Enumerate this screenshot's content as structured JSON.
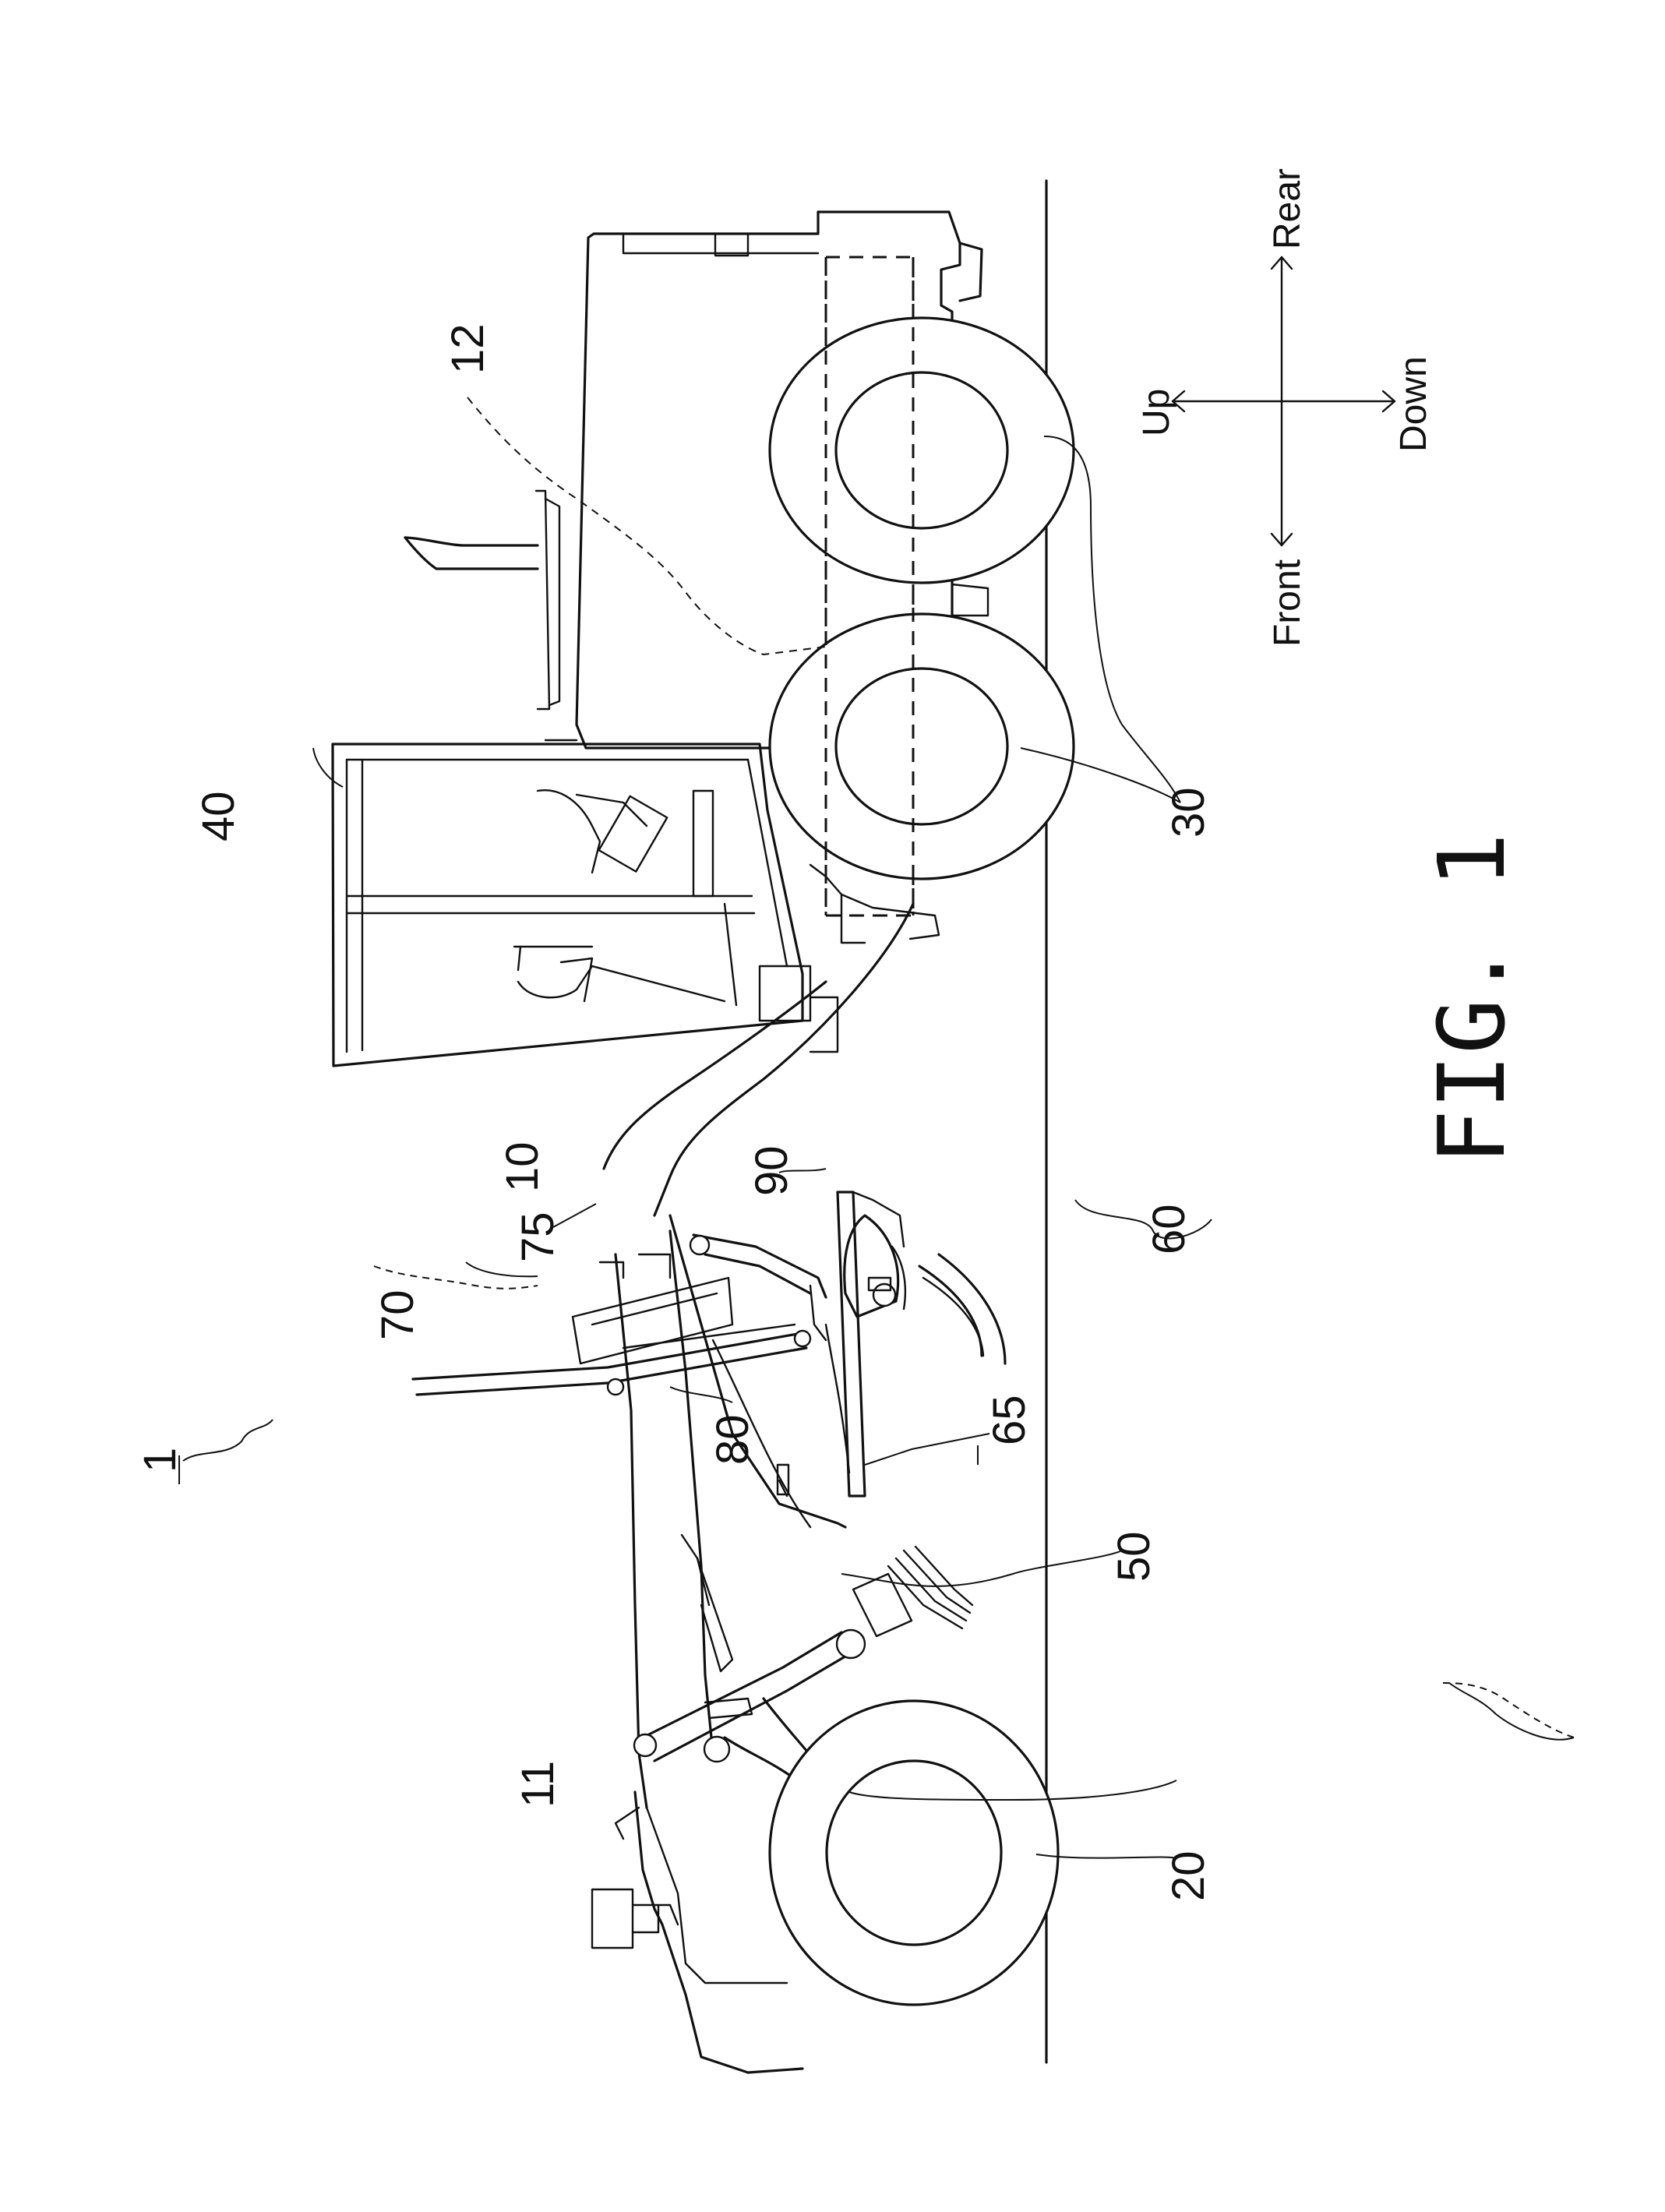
{
  "labels": {
    "assembly": "1",
    "frame": "10",
    "front_frame": "11",
    "rear_frame": "12",
    "front_wheel": "20",
    "rear_wheels": "30",
    "cab": "40",
    "draw_bar": "50",
    "blade": "60",
    "circle": "65",
    "lift_cylinder_mount": "70",
    "bracket": "75",
    "lift_cylinder": "80",
    "side_shift_cylinder": "90"
  },
  "directions": {
    "front": "Front",
    "rear": "Rear",
    "up": "Up",
    "down": "Down"
  },
  "caption": "FIG. 1"
}
